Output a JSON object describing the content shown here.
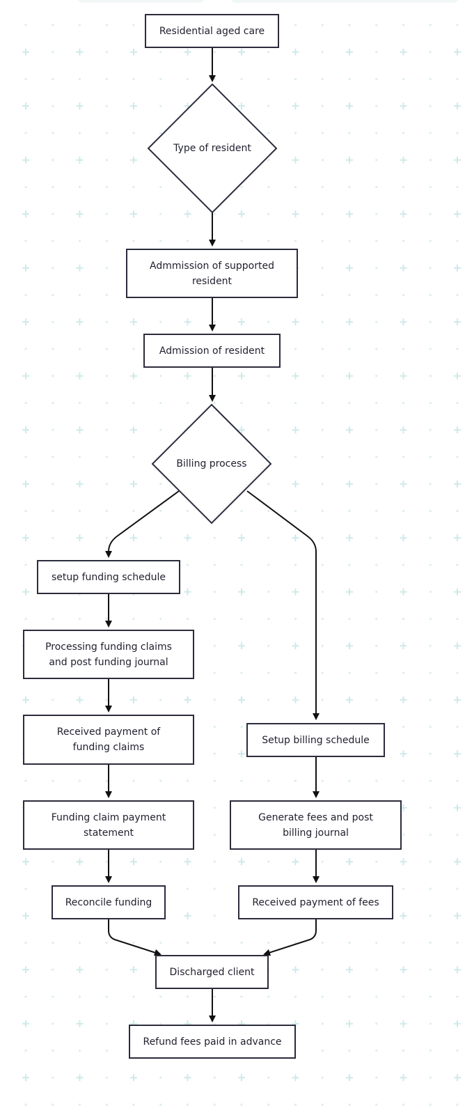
{
  "diagram": {
    "colors": {
      "node_border": "#2b2b3d",
      "node_fill": "#ffffff",
      "text": "#1f1f2e",
      "edge": "#111111",
      "grid_dot": "#dbeeee",
      "grid_plus": "#cfe9ea"
    },
    "nodes": {
      "residential_aged_care": "Residential aged care",
      "type_of_resident": "Type of resident",
      "admission_supported_line1": "Admmission of supported",
      "admission_supported_line2": "resident",
      "admission_of_resident": "Admission of resident",
      "billing_process": "Billing process",
      "setup_funding_schedule": "setup funding schedule",
      "processing_claims_line1": "Processing funding claims",
      "processing_claims_line2": "and post funding journal",
      "received_claims_line1": "Received payment of",
      "received_claims_line2": "funding claims",
      "claim_statement_line1": "Funding claim payment",
      "claim_statement_line2": "statement",
      "reconcile_funding": "Reconcile funding",
      "setup_billing_schedule": "Setup billing schedule",
      "generate_fees_line1": "Generate fees and post",
      "generate_fees_line2": "billing journal",
      "received_fees": "Received payment of fees",
      "discharged_client": "Discharged client",
      "refund_fees": "Refund fees paid in advance"
    }
  }
}
